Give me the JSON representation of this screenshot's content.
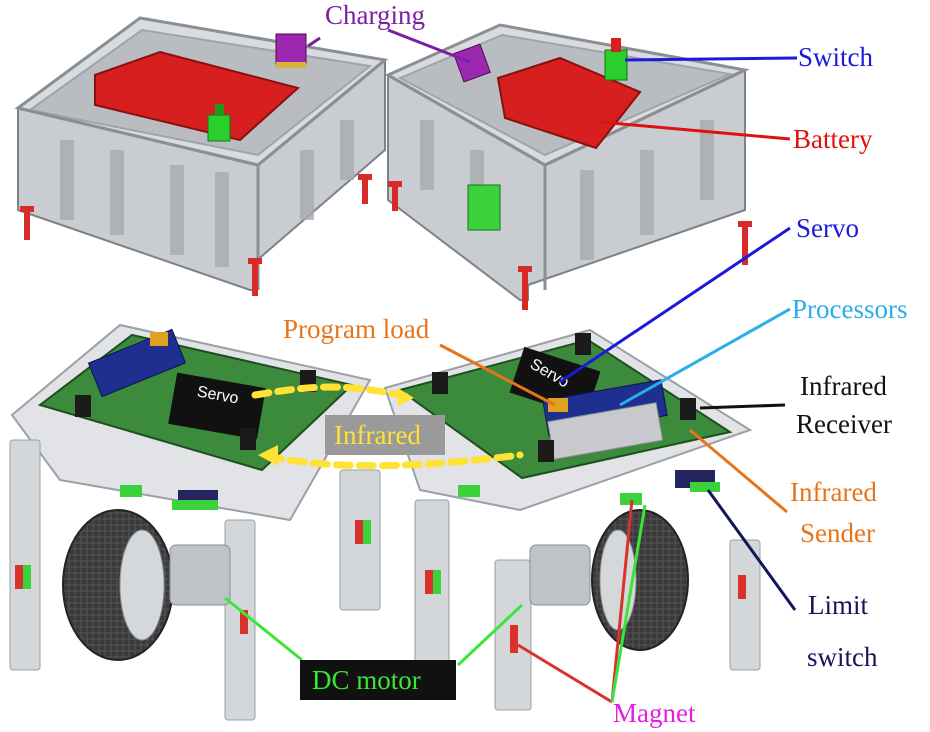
{
  "labels": {
    "charging": "Charging",
    "switch": "Switch",
    "battery": "Battery",
    "servo": "Servo",
    "processors": "Processors",
    "program_load": "Program load",
    "infrared_receiver_line1": "Infrared",
    "infrared_receiver_line2": "Receiver",
    "infrared_sender_line1": "Infrared",
    "infrared_sender_line2": "Sender",
    "limit_switch_line1": "Limit",
    "limit_switch_line2": "switch",
    "infrared": "Infrared",
    "dc_motor": "DC motor",
    "magnet": "Magnet"
  },
  "board_text": {
    "servo_left": "Servo",
    "servo_right": "Servo"
  },
  "colors": {
    "charging": "#7b1fa2",
    "switch": "#1a1adb",
    "battery": "#e01010",
    "servo": "#1a1adb",
    "processors": "#29aee8",
    "program_load": "#e8741a",
    "infrared_receiver": "#111111",
    "infrared_sender": "#e8741a",
    "limit_switch": "#14145a",
    "infrared_box_bg": "#9a9a9a",
    "infrared_text": "#ffe234",
    "dc_motor_bg": "#111111",
    "dc_motor_text": "#39e639",
    "magnet": "#e020e0",
    "pcb": "#3c8a3c",
    "shell": "#c9ccd0",
    "wheel": "#3a3a3a"
  }
}
